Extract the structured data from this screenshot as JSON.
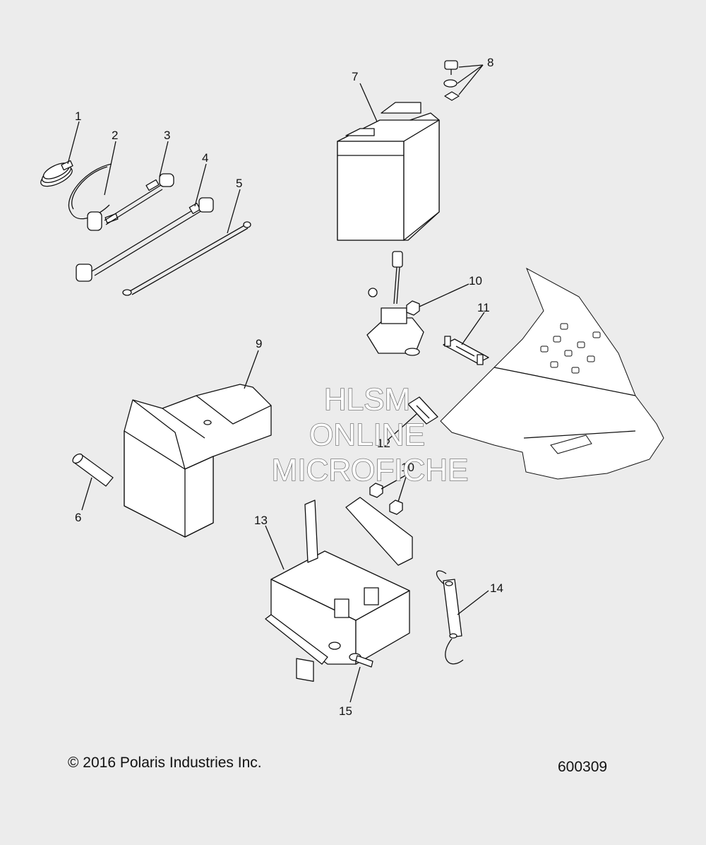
{
  "callouts": {
    "c1": "1",
    "c2": "2",
    "c3": "3",
    "c4": "4",
    "c5": "5",
    "c6": "6",
    "c7": "7",
    "c8": "8",
    "c9": "9",
    "c10a": "10",
    "c10b": "10",
    "c11": "11",
    "c12": "12",
    "c13": "13",
    "c14": "14",
    "c15": "15"
  },
  "watermark": {
    "line1": "HLSM",
    "line2": "ONLINE",
    "line3": "MICROFICHE"
  },
  "footer": {
    "copyright": "© 2016 Polaris Industries Inc.",
    "diagram_number": "600309"
  }
}
